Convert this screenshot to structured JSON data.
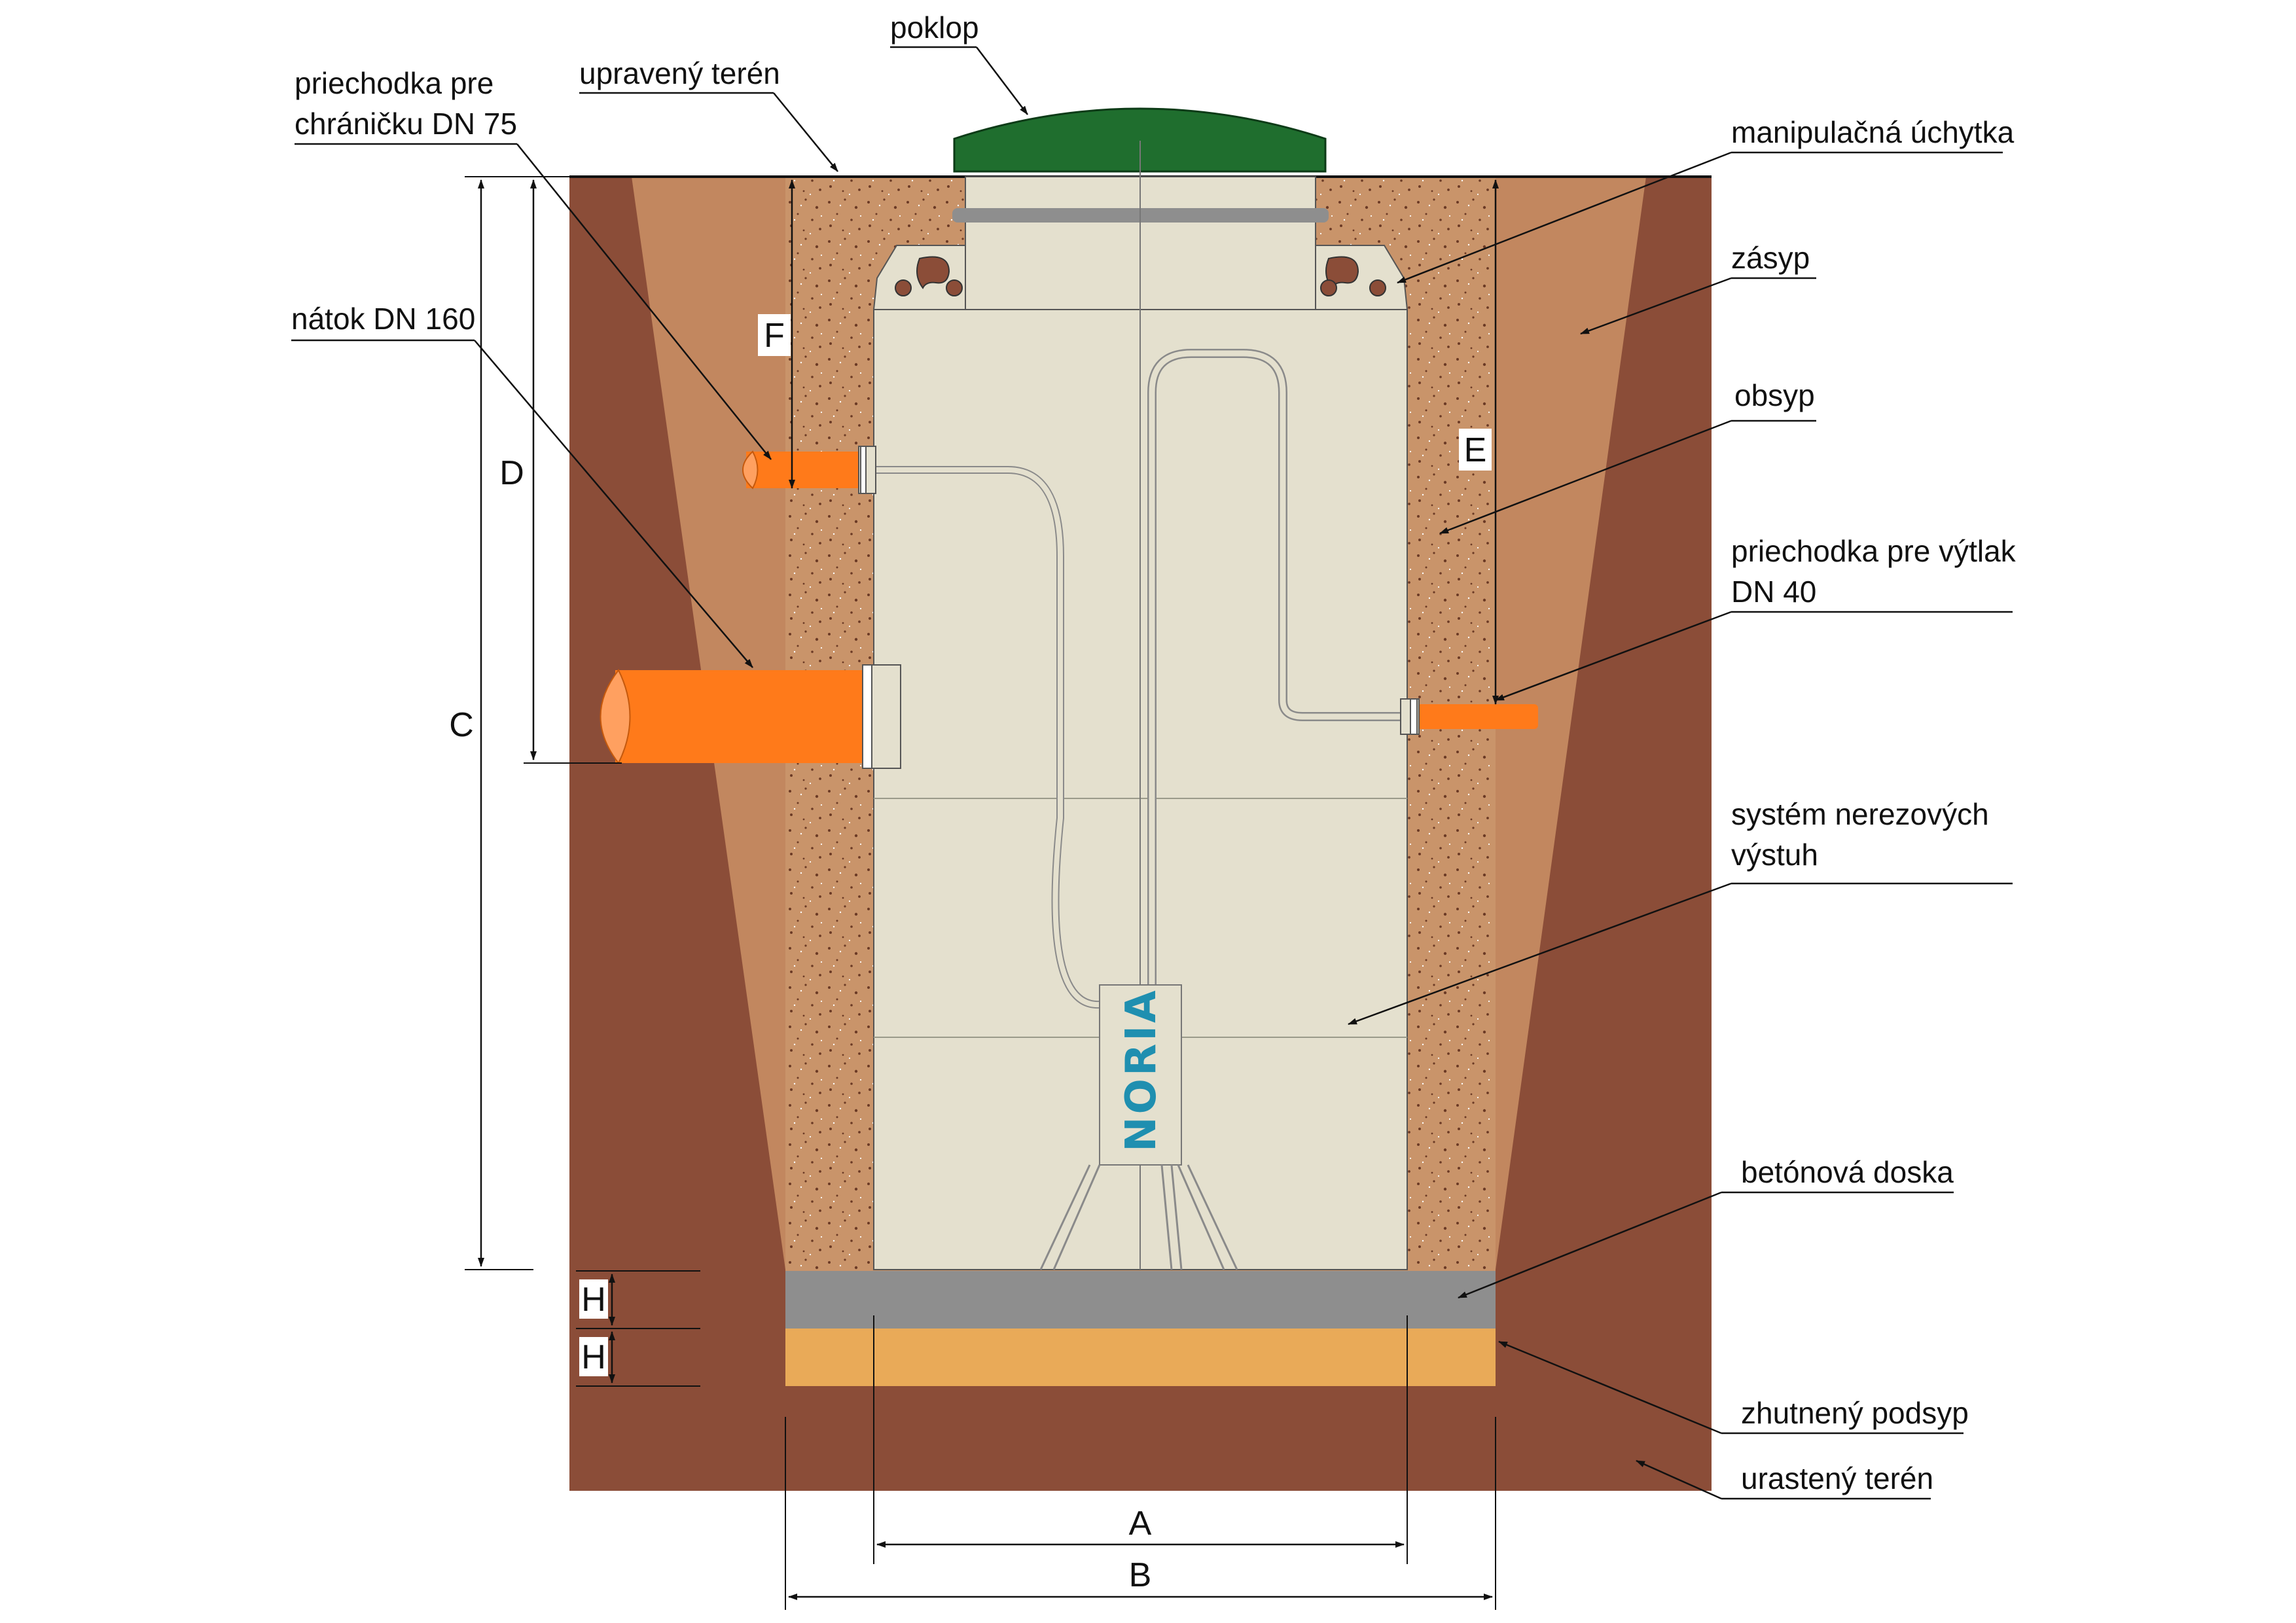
{
  "labels": {
    "poklop": "poklop",
    "upraveny_teren": "upravený terén",
    "priechodka_chranicka_1": "priechodka pre",
    "priechodka_chranicka_2": "chráničku DN 75",
    "manipulacna_uchytka": "manipulačná úchytka",
    "zasyp": "zásyp",
    "natok": "nátok DN 160",
    "obsyp": "obsyp",
    "priechodka_vytlak_1": "priechodka pre výtlak",
    "priechodka_vytlak_2": "DN 40",
    "system_vystuh_1": "systém nerezových",
    "system_vystuh_2": "výstuh",
    "betonova_doska": "betónová doska",
    "zhutneny_podsyp": "zhutnený podsyp",
    "urasteny_teren": "urastený terén"
  },
  "dimensions": {
    "A": "A",
    "B": "B",
    "C": "C",
    "D": "D",
    "E": "E",
    "F": "F",
    "H1": "H",
    "H2": "H"
  },
  "brand": "NORIA",
  "colors": {
    "native_soil": "#8b4d38",
    "backfill": "#c2875f",
    "bedding": "#c9946a",
    "tank": "#e4e0ce",
    "lid": "#1f6e2e",
    "pipe": "#ff7a1a",
    "concrete": "#8e8e8e",
    "gravel": "#e9aa58"
  }
}
